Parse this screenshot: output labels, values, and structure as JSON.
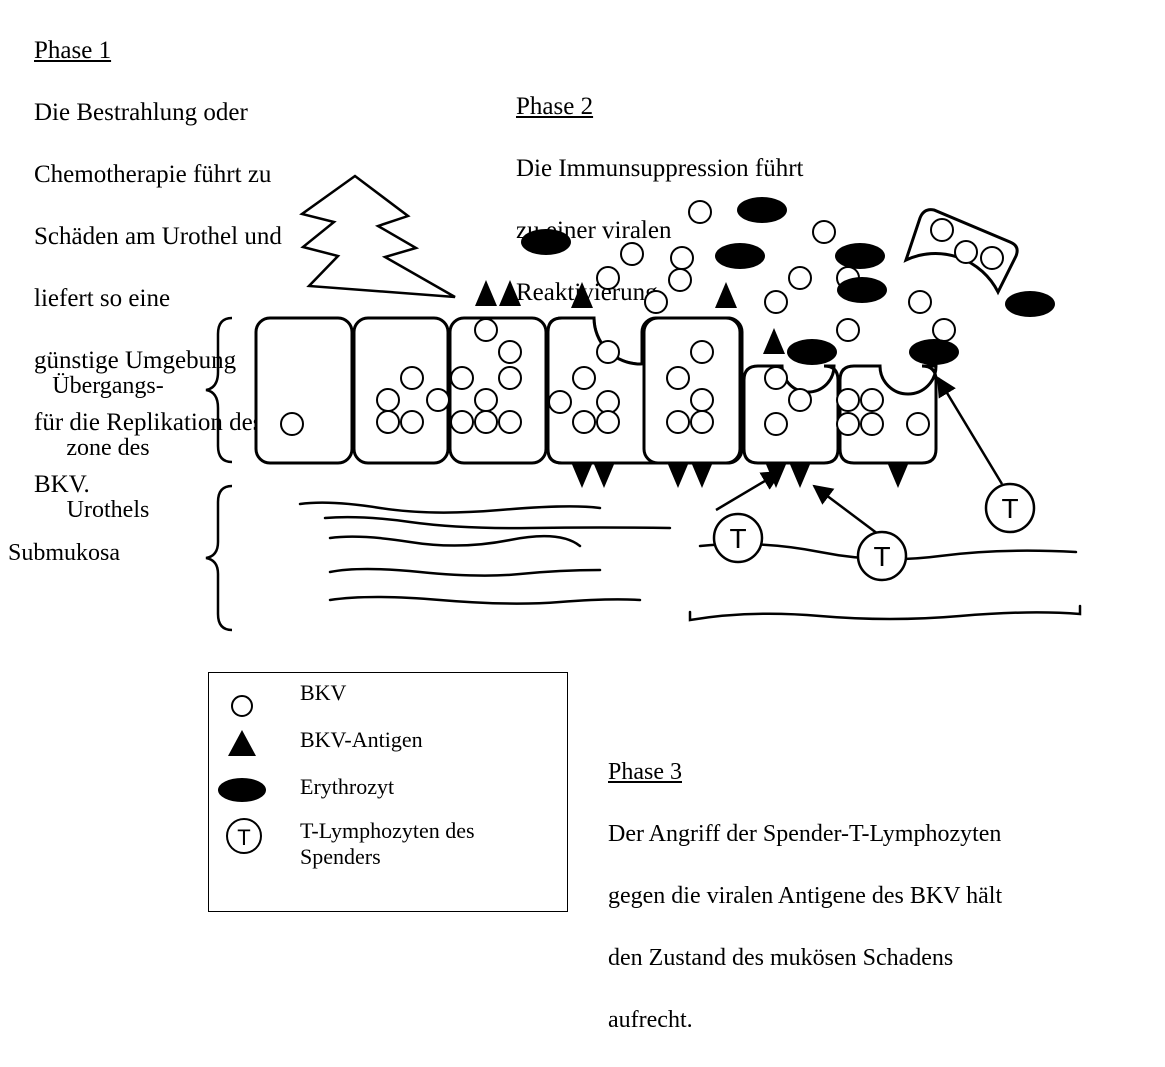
{
  "phase1": {
    "heading": "Phase 1",
    "lines": [
      "Die Bestrahlung oder",
      "Chemotherapie führt zu",
      "Schäden am Urothel und",
      "liefert so eine",
      "günstige Umgebung",
      "für die Replikation des",
      "BKV."
    ]
  },
  "phase2": {
    "heading": "Phase 2",
    "lines": [
      "Die Immunsuppression führt",
      "zu einer viralen",
      "Reaktivierung."
    ]
  },
  "phase3": {
    "heading": "Phase 3",
    "lines": [
      "Der Angriff der Spender-T-Lymphozyten",
      "gegen die viralen Antigene des BKV hält",
      "den Zustand des mukösen Schadens",
      "aufrecht."
    ]
  },
  "zones": {
    "urothel": [
      "Übergangs-",
      "zone des",
      "Urothels"
    ],
    "submukosa": "Submukosa"
  },
  "t_cell_letter": "T",
  "legend": {
    "bkv": "BKV",
    "antigen": "BKV-Antigen",
    "erythrocyte": "Erythrozyt",
    "t_lymph": [
      "T-Lymphozyten des",
      "Spenders"
    ]
  }
}
